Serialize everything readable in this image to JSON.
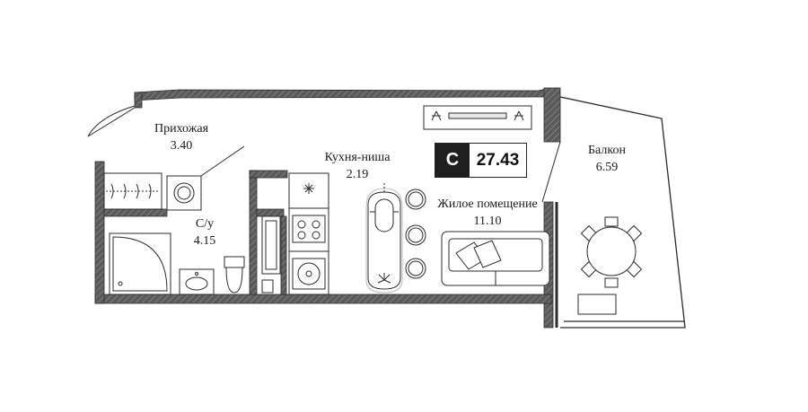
{
  "rooms": {
    "hallway": {
      "name": "Прихожая",
      "area": "3.40"
    },
    "bathroom": {
      "name": "С/у",
      "area": "4.15"
    },
    "kitchen": {
      "name": "Кухня-ниша",
      "area": "2.19"
    },
    "living": {
      "name": "Жилое помещение",
      "area": "11.10"
    },
    "balcony": {
      "name": "Балкон",
      "area": "6.59"
    }
  },
  "badge": {
    "type": "С",
    "total_area": "27.43"
  },
  "colors": {
    "wall": "#4a4a4a",
    "line": "#2b2b2b",
    "badge_dark": "#1f1f1f"
  }
}
